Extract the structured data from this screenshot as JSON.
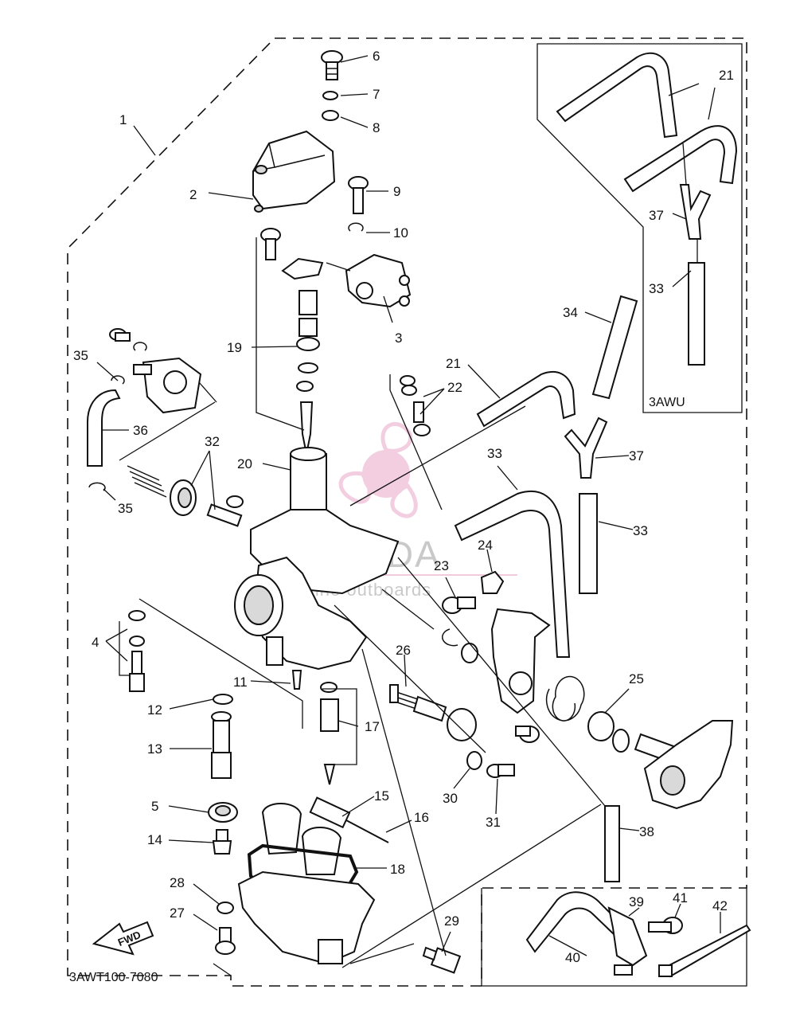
{
  "diagram": {
    "model_code": "3AWT100-7080",
    "variant_label": "3AWU",
    "fwd_label": "FWD",
    "watermark": {
      "brand": "ARMADA",
      "tagline": "marine outboards",
      "color": "#e8a7c8"
    },
    "callouts": [
      "1",
      "2",
      "3",
      "4",
      "5",
      "6",
      "7",
      "8",
      "9",
      "10",
      "11",
      "12",
      "13",
      "14",
      "15",
      "16",
      "17",
      "18",
      "19",
      "20",
      "21",
      "21",
      "22",
      "23",
      "24",
      "25",
      "26",
      "27",
      "28",
      "29",
      "30",
      "31",
      "32",
      "33",
      "33",
      "33",
      "34",
      "35",
      "35",
      "36",
      "37",
      "37",
      "38",
      "39",
      "40",
      "41",
      "42"
    ]
  }
}
